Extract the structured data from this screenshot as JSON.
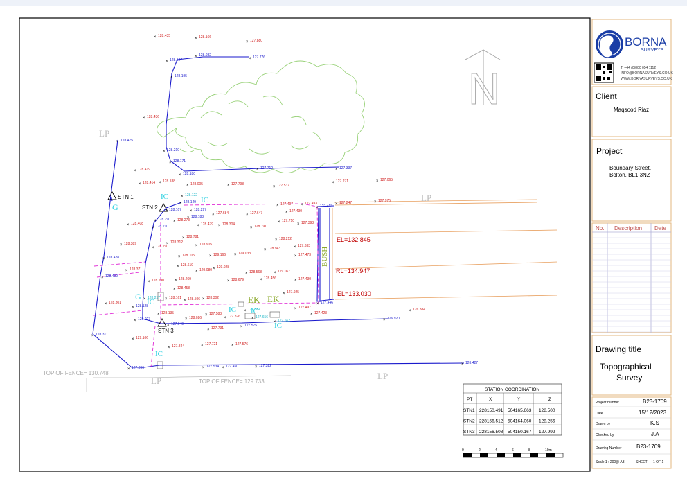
{
  "title_block": {
    "company_name": "BORNA",
    "company_sub": "SURVEYS",
    "contact_phone": "T: +44 (0)800 054 1112",
    "contact_email": "INFO@BORNASURVEYS.CO.UK",
    "contact_web": "WWW.BORNASURVEYS.CO.UK",
    "client_label": "Client",
    "client_value": "Maqsood Riaz",
    "project_label": "Project",
    "project_line1": "Boundary Street,",
    "project_line2": "Bolton, BL1 3NZ",
    "rev_no": "No.",
    "rev_desc": "Description",
    "rev_date": "Date",
    "drawing_title_label": "Drawing title",
    "drawing_title_1": "Topographical",
    "drawing_title_2": "Survey",
    "project_number_label": "Project number",
    "project_number": "B23-1709",
    "date_label": "Date",
    "date_value": "15/12/2023",
    "drawn_by_label": "Drawn by",
    "drawn_by": "K.S",
    "checked_by_label": "Checked by",
    "checked_by": "J.A",
    "drawing_number_label": "Drawing Number",
    "drawing_number": "B23-1709",
    "scale_label": "Scale 1 : 200@ A3",
    "sheet_label": "SHEET",
    "sheet_value": "1 OF 1"
  },
  "station_table": {
    "title": "STATION COORDINATION",
    "headers": [
      "PT",
      "X",
      "Y",
      "Z"
    ],
    "rows": [
      [
        "STN1",
        "228150.491",
        "504165.663",
        "128.500"
      ],
      [
        "STN2",
        "228156.512",
        "504164.060",
        "128.256"
      ],
      [
        "STN3",
        "228156.508",
        "504150.167",
        "127.992"
      ]
    ]
  },
  "scale_bar": {
    "ticks": [
      "0",
      "2",
      "4",
      "6",
      "8",
      "10m"
    ]
  },
  "plan": {
    "north": "N",
    "stations": [
      "STN 1",
      "STN 2",
      "STN 3"
    ],
    "el_labels": [
      "EL=132.845",
      "RL=134.947",
      "EL=133.030"
    ],
    "bush_label": "BUSH",
    "fence_left": "TOP OF FENCE= 130.748",
    "fence_mid": "TOP OF FENCE= 129.733",
    "lp": "LP",
    "ic": "IC",
    "ek": "EK",
    "g": "G",
    "levels_red": [
      [
        "128.435",
        225,
        52
      ],
      [
        "128.166",
        284,
        54
      ],
      [
        "127.880",
        358,
        59
      ],
      [
        "128.436",
        209,
        169
      ],
      [
        "128.419",
        196,
        245
      ],
      [
        "128.414",
        203,
        264
      ],
      [
        "128.188",
        232,
        262
      ],
      [
        "128.005",
        272,
        266
      ],
      [
        "127.798",
        331,
        266
      ],
      [
        "127.537",
        397,
        268
      ],
      [
        "127.271",
        482,
        262
      ],
      [
        "127.065",
        546,
        260
      ],
      [
        "127.975",
        543,
        290
      ],
      [
        "127.247",
        487,
        293
      ],
      [
        "127.493",
        437,
        294
      ],
      [
        "127.407",
        402,
        295
      ],
      [
        "128.408",
        186,
        323
      ],
      [
        "128.273",
        253,
        318
      ],
      [
        "128.479",
        287,
        324
      ],
      [
        "128.304",
        318,
        324
      ],
      [
        "127.684",
        309,
        308
      ],
      [
        "127.647",
        358,
        308
      ],
      [
        "127.430",
        415,
        305
      ],
      [
        "128.191",
        364,
        327
      ],
      [
        "127.710",
        404,
        319
      ],
      [
        "127.398",
        432,
        322
      ],
      [
        "128.389",
        176,
        352
      ],
      [
        "128.312",
        243,
        350
      ],
      [
        "128.290",
        222,
        356
      ],
      [
        "128.781",
        266,
        342
      ],
      [
        "128.905",
        285,
        353
      ],
      [
        "128.212",
        400,
        345
      ],
      [
        "128.943",
        384,
        359
      ],
      [
        "127.633",
        427,
        355
      ],
      [
        "127.473",
        428,
        368
      ],
      [
        "128.105",
        260,
        369
      ],
      [
        "129.166",
        305,
        368
      ],
      [
        "129.033",
        341,
        366
      ],
      [
        "128.619",
        258,
        383
      ],
      [
        "128.371",
        184,
        389
      ],
      [
        "129.080",
        285,
        390
      ],
      [
        "129.028",
        310,
        386
      ],
      [
        "128.568",
        357,
        393
      ],
      [
        "129.067",
        398,
        392
      ],
      [
        "128.269",
        255,
        403
      ],
      [
        "128.290",
        216,
        405
      ],
      [
        "128.679",
        331,
        404
      ],
      [
        "128.456",
        378,
        402
      ],
      [
        "127.430",
        428,
        403
      ],
      [
        "128.458",
        253,
        416
      ],
      [
        "128.161",
        241,
        430
      ],
      [
        "128.506",
        268,
        432
      ],
      [
        "128.302",
        295,
        430
      ],
      [
        "127.925",
        411,
        422
      ],
      [
        "128.301",
        154,
        437
      ],
      [
        "127.497",
        428,
        444
      ],
      [
        "127.423",
        451,
        452
      ],
      [
        "128.135",
        230,
        452
      ],
      [
        "127.583",
        299,
        453
      ],
      [
        "127.826",
        326,
        457
      ],
      [
        "126.884",
        593,
        447
      ],
      [
        "128.026",
        270,
        459
      ],
      [
        "127.731",
        302,
        474
      ],
      [
        "129.106",
        193,
        488
      ],
      [
        "127.844",
        245,
        500
      ],
      [
        "127.721",
        293,
        497
      ],
      [
        "127.576",
        337,
        497
      ]
    ],
    "levels_blue": [
      [
        "128.127",
        242,
        87
      ],
      [
        "128.032",
        284,
        80
      ],
      [
        "127.776",
        362,
        83
      ],
      [
        "128.195",
        249,
        110
      ],
      [
        "128.475",
        171,
        203
      ],
      [
        "128.210",
        238,
        217
      ],
      [
        "128.171",
        247,
        233
      ],
      [
        "128.180",
        261,
        251
      ],
      [
        "127.710",
        373,
        243
      ],
      [
        "127.337",
        487,
        243
      ],
      [
        "128.149",
        262,
        292
      ],
      [
        "128.107",
        241,
        303
      ],
      [
        "128.297",
        277,
        303
      ],
      [
        "128.290",
        225,
        317
      ],
      [
        "128.188",
        273,
        313
      ],
      [
        "128.210",
        222,
        327
      ],
      [
        "127.413",
        459,
        298
      ],
      [
        "128.428",
        151,
        372
      ],
      [
        "128.430",
        149,
        399
      ],
      [
        "128.128",
        193,
        442
      ],
      [
        "127.446",
        460,
        437
      ],
      [
        "128.027",
        196,
        461
      ],
      [
        "127.949",
        244,
        468
      ],
      [
        "127.575",
        350,
        470
      ],
      [
        "126.920",
        556,
        460
      ],
      [
        "128.311",
        135,
        483
      ],
      [
        "127.896",
        187,
        531
      ],
      [
        "127.534",
        295,
        529
      ],
      [
        "127.450",
        323,
        529
      ],
      [
        "127.322",
        371,
        528
      ],
      [
        "126.427",
        669,
        524
      ]
    ],
    "levels_cyan": [
      [
        "128.122",
        264,
        282
      ],
      [
        "128.217",
        210,
        430
      ],
      [
        "127.584",
        355,
        447
      ],
      [
        "127.656",
        366,
        458
      ],
      [
        "127.662",
        398,
        463
      ]
    ]
  }
}
